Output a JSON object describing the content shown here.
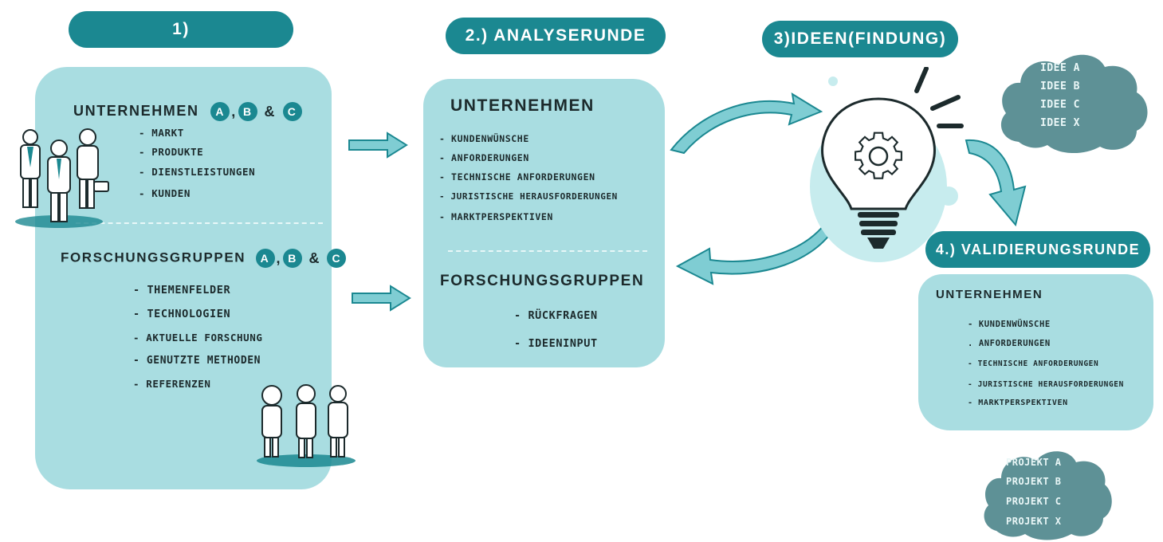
{
  "colors": {
    "accent": "#1b8891",
    "panel": "#a9dde1",
    "cloud": "#5e9196",
    "text": "#1c2a2c"
  },
  "stage1": {
    "title": "1) VORSTELLUNGSRUNDE",
    "companies": {
      "heading": "UNTERNEHMEN",
      "badges": [
        "A",
        "B",
        "C"
      ],
      "amp": "&",
      "comma": ",",
      "items": [
        "- MARKT",
        "- PRODUKTE",
        "- DIENSTLEISTUNGEN",
        "- KUNDEN"
      ]
    },
    "research": {
      "heading": "FORSCHUNGSGRUPPEN",
      "badges": [
        "A",
        "B",
        "C"
      ],
      "amp": "&",
      "comma": ",",
      "items": [
        "- THEMENFELDER",
        "- TECHNOLOGIEN",
        "- AKTUELLE FORSCHUNG",
        "- GENUTZTE METHODEN",
        "- REFERENZEN"
      ]
    }
  },
  "stage2": {
    "title": "2.) ANALYSERUNDE",
    "companies": {
      "heading": "UNTERNEHMEN",
      "items": [
        "- KUNDENWÜNSCHE",
        "- ANFORDERUNGEN",
        "- TECHNISCHE ANFORDERUNGEN",
        "- JURISTISCHE HERAUSFORDERUNGEN",
        "- MARKTPERSPEKTIVEN"
      ]
    },
    "research": {
      "heading": "FORSCHUNGSGRUPPEN",
      "items": [
        "- RÜCKFRAGEN",
        "- IDEENINPUT"
      ]
    }
  },
  "stage3": {
    "title": "3)IDEEN(FINDUNG)",
    "ideas": [
      "IDEE A",
      "IDEE B",
      "IDEE C",
      "IDEE X"
    ]
  },
  "stage4": {
    "title": "4.) VALIDIERUNGSRUNDE",
    "companies": {
      "heading": "UNTERNEHMEN",
      "items": [
        "- KUNDENWÜNSCHE",
        ". ANFORDERUNGEN",
        "- TECHNISCHE ANFORDERUNGEN",
        "- JURISTISCHE HERAUSFORDERUNGEN",
        "- MARKTPERSPEKTIVEN"
      ]
    },
    "projects": [
      "PROJEKT A",
      "PROJEKT B",
      "PROJEKT C",
      "PROJEKT X"
    ]
  },
  "icons": [
    "people-group-icon",
    "researchers-group-icon",
    "lightbulb-icon",
    "gear-icon",
    "arrow-right-icon",
    "arrow-curved-icon"
  ]
}
